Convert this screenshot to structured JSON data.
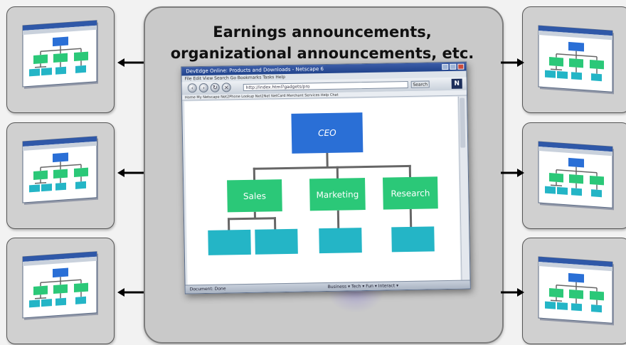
{
  "headline": {
    "line1": "Earnings announcements,",
    "line2": "organizational announcements, etc."
  },
  "browser": {
    "title": "DevEdge Online: Products and Downloads - Netscape 6",
    "menu": "File  Edit  View  Search  Go  Bookmarks  Tasks  Help",
    "url": "http://index.html?gadgets/pro",
    "search_label": "Search",
    "logo": "N",
    "bookmarks": "Home  My Netscape  Net2Phone  Lookup  Net2Net  NetCard  Merchant Services  Help  Chat",
    "status_left": "Document: Done",
    "status_right": "Business ▾  Tech ▾  Fun ▾  Interact ▾"
  },
  "org_chart": {
    "root": "CEO",
    "departments": [
      "Sales",
      "Marketing",
      "Research"
    ],
    "colors": {
      "root": "#2a6fd6",
      "department": "#2bc878",
      "leaf": "#24b5c6",
      "connector": "#666666"
    }
  },
  "thumbnails": {
    "left_count": 3,
    "right_count": 3,
    "icon": "org-chart-window-icon"
  },
  "arrows": {
    "left_icon": "arrow-left-icon",
    "right_icon": "arrow-right-icon"
  }
}
